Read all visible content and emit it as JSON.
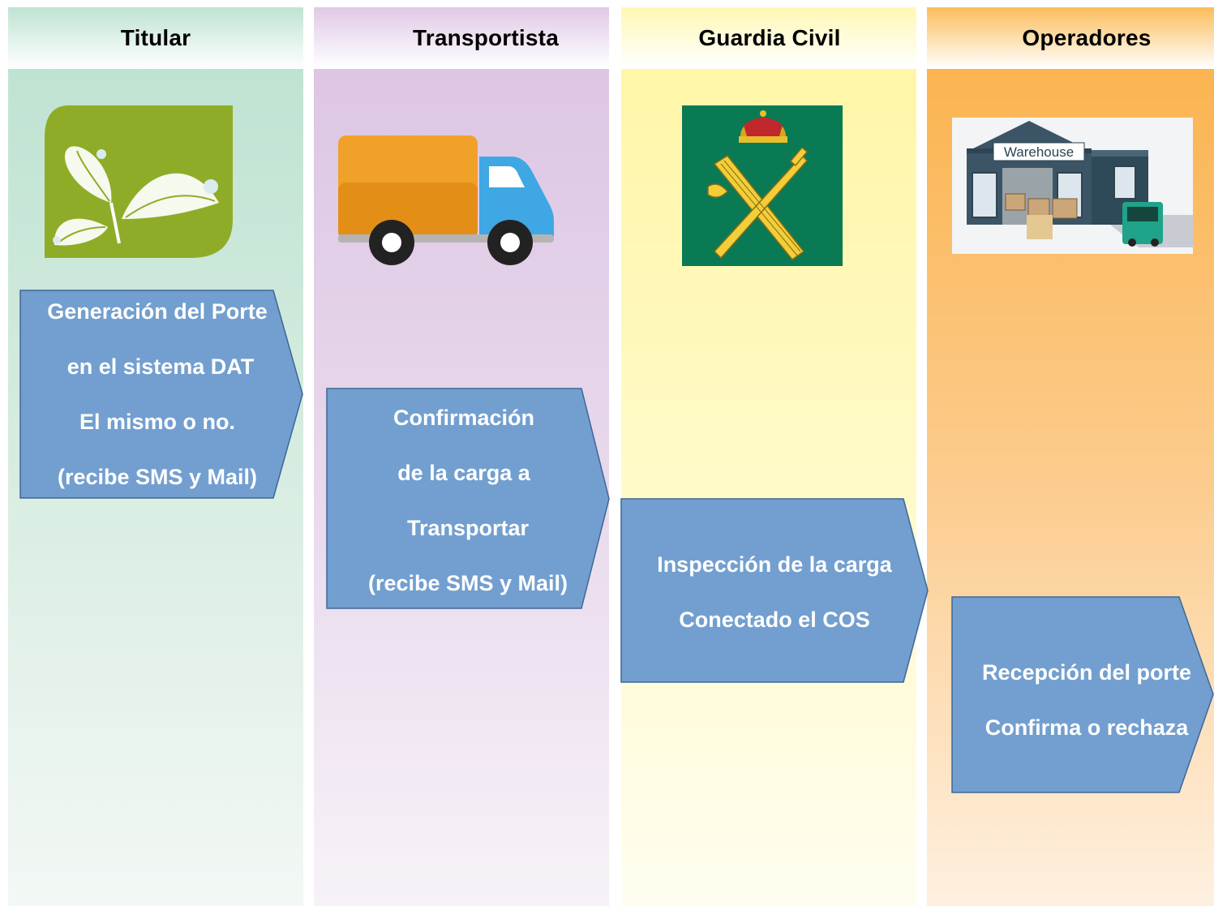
{
  "lanes": [
    {
      "title": "Titular",
      "icon": "plant-leaf-icon",
      "color": "#bfe3d2"
    },
    {
      "title": "Transportista",
      "icon": "truck-icon",
      "color": "#e0c9e6"
    },
    {
      "title": "Guardia Civil",
      "icon": "guardia-civil-emblem-icon",
      "color": "#fff6a8"
    },
    {
      "title": "Operadores",
      "icon": "warehouse-icon",
      "color": "#fbb450"
    }
  ],
  "steps": [
    {
      "lines": [
        "Generación del Porte",
        "en el sistema DAT",
        "El mismo o no.",
        "(recibe SMS y Mail)"
      ]
    },
    {
      "lines": [
        "Confirmación",
        "de la carga a",
        "Transportar",
        "(recibe SMS y Mail)"
      ]
    },
    {
      "lines": [
        "Inspección de la carga",
        "Conectado el COS"
      ]
    },
    {
      "lines": [
        "Recepción del porte",
        "Confirma o rechaza"
      ]
    }
  ],
  "icons": {
    "warehouse_label": "Warehouse"
  },
  "colors": {
    "step_fill": "#729fcf",
    "step_border": "#3d6896"
  }
}
